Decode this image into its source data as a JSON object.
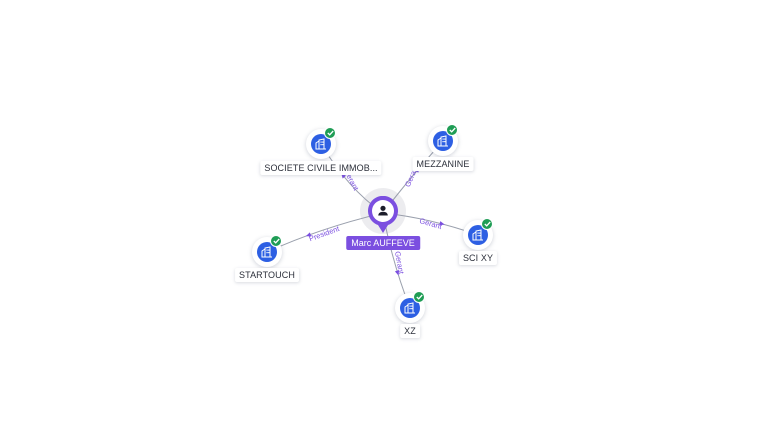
{
  "graph": {
    "center": {
      "name": "Marc AUFFEVE",
      "icon": "person-icon",
      "color": "#7b4fe0"
    },
    "companies": [
      {
        "key": "societe",
        "label": "SOCIETE CIVILE IMMOB...",
        "icon": "building-icon",
        "verified": true
      },
      {
        "key": "mezzanine",
        "label": "MEZZANINE",
        "icon": "building-icon",
        "verified": true
      },
      {
        "key": "sci-xy",
        "label": "SCI XY",
        "icon": "building-icon",
        "verified": true
      },
      {
        "key": "startouch",
        "label": "STARTOUCH",
        "icon": "building-icon",
        "verified": true
      },
      {
        "key": "xz",
        "label": "XZ",
        "icon": "building-icon",
        "verified": true
      }
    ],
    "edges": [
      {
        "to": "societe",
        "role": "Gerant"
      },
      {
        "to": "mezzanine",
        "role": "Gerant"
      },
      {
        "to": "sci-xy",
        "role": "Gerant"
      },
      {
        "to": "startouch",
        "role": "President"
      },
      {
        "to": "xz",
        "role": "Gerant"
      }
    ],
    "colors": {
      "edge": "#9aa0ad",
      "edge_label": "#7b4fe0",
      "company_icon": "#2d5fe3",
      "verified_badge": "#1f9d55"
    }
  }
}
